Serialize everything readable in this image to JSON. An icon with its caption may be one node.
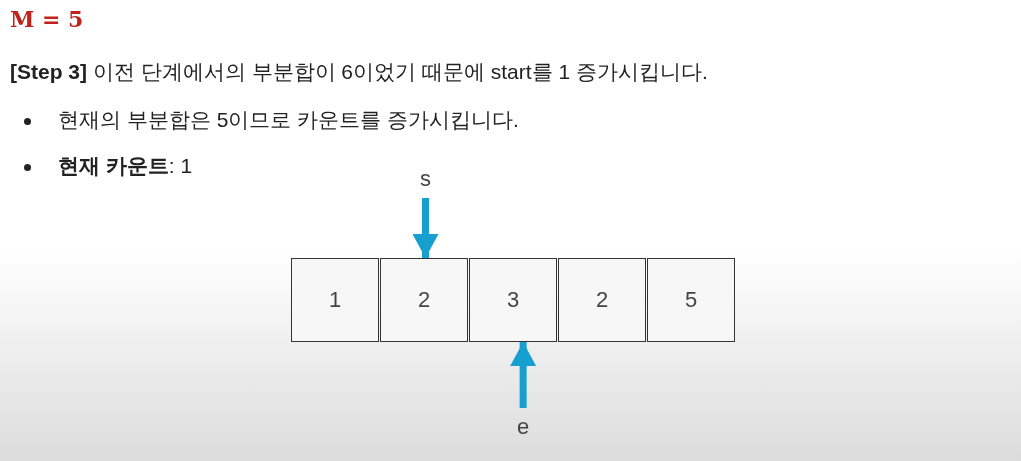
{
  "diagram": {
    "nodes": [
      {
        "text": [
          "s"
        ]
      },
      {
        "text": [
          "1"
        ]
      },
      {
        "text": [
          "2"
        ]
      },
      {
        "text": [
          "3"
        ]
      },
      {
        "text": [
          "2"
        ]
      },
      {
        "text": [
          "5"
        ]
      },
      {
        "text": [
          "e"
        ]
      }
    ],
    "edges": [
      {
        "from": 0,
        "to": 2,
        "arrow": "to"
      },
      {
        "from": 6,
        "to": 3,
        "arrow": "to"
      }
    ],
    "labels": [
      "M = 5",
      "**[Step 3]** 이전 단계에서의 부분합이 6이었기 때문에 start를 1 증가시킵니다.",
      "현재의 부분합은 5이므로 카운트를 증가시킵니다.",
      "**현재 카운트**: 1"
    ]
  }
}
